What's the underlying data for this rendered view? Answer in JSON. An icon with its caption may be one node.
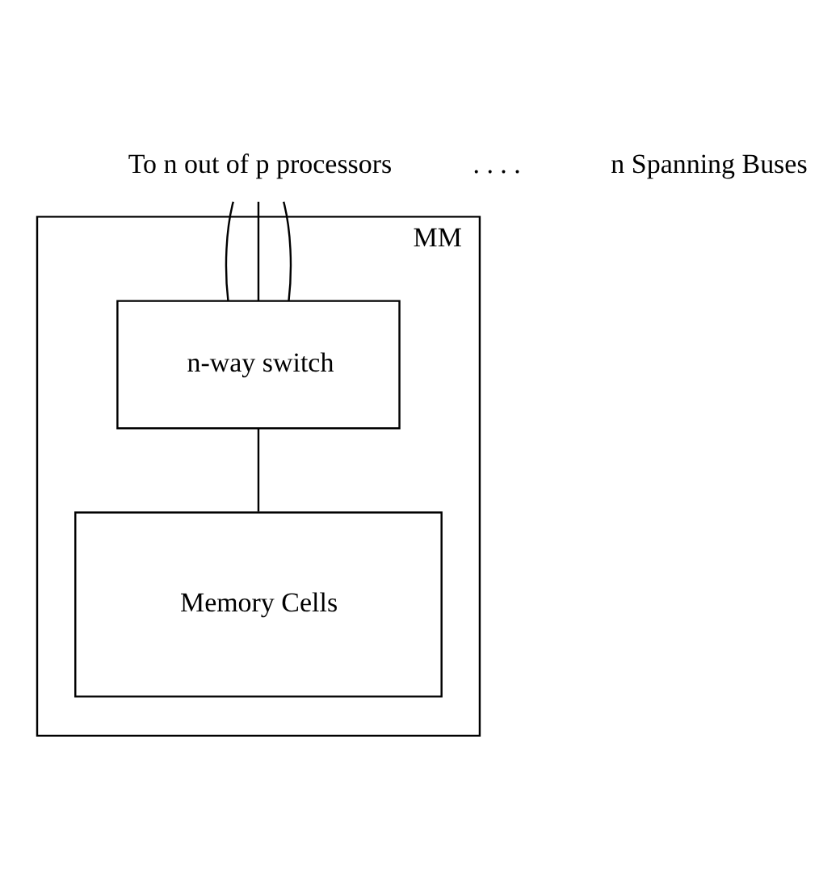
{
  "diagram": {
    "nodes": [
      {
        "text": [
          "MM"
        ]
      },
      {
        "text": [
          "n-way switch"
        ],
        "in": 0
      },
      {
        "text": [
          "Memory Cells"
        ],
        "in": 0
      },
      {
        "text": [
          "To n out of p processors"
        ]
      }
    ],
    "edges": [
      {
        "from": 3,
        "to": 1,
        "arrow": "none"
      },
      {
        "from": 3,
        "to": 1,
        "arrow": "none"
      },
      {
        "from": 3,
        "to": 1,
        "arrow": "none"
      },
      {
        "from": 1,
        "to": 2,
        "arrow": "none"
      }
    ],
    "labels": [
      ". . . .",
      "n Spanning Buses"
    ]
  }
}
